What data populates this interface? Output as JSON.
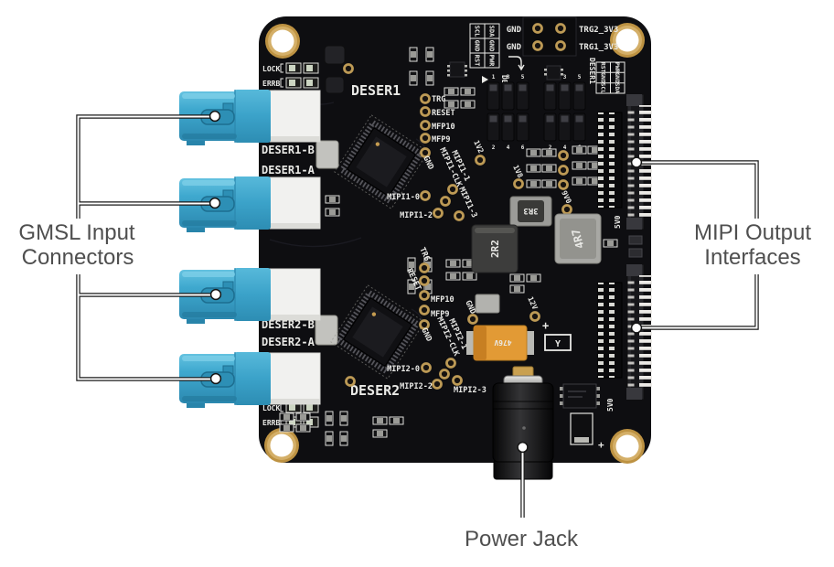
{
  "colors": {
    "background": "#ffffff",
    "board": "#0e0e11",
    "fakra_blue": "#3fa9cf",
    "gold": "#c59b4e",
    "silkscreen": "#e9e9e6",
    "annotation_text": "#4f4f4f",
    "callout_line": "#1a1a1a"
  },
  "annotations": {
    "gmsl": {
      "line1": "GMSL Input",
      "line2": "Connectors"
    },
    "mipi": {
      "line1": "MIPI Output",
      "line2": "Interfaces"
    },
    "power": {
      "label": "Power Jack"
    }
  },
  "board": {
    "titles": {
      "deser1": "DESER1",
      "deser2": "DESER2"
    },
    "edge_labels": {
      "deser1_b": "DESER1-B",
      "deser1_a": "DESER1-A",
      "deser2_b": "DESER2-B",
      "deser2_a": "DESER2-A"
    },
    "status": {
      "lock_top": "LOCK",
      "errb_top": "ERRB",
      "lock_bottom": "LOCK",
      "errb_bottom": "ERRB"
    },
    "trigger_header": {
      "gnd1": "GND",
      "gnd2": "GND",
      "trg2": "TRG2_3V3",
      "trg1": "TRG1_3V3"
    },
    "header1": {
      "label": "DESER2",
      "col1": [
        "SCL",
        "GND",
        "RST"
      ],
      "col2": [
        "SDA",
        "GND",
        "PWR"
      ]
    },
    "header2": {
      "label": "DESER1",
      "col1": [
        "RST",
        "GND",
        "SCL"
      ],
      "col2": [
        "PWR",
        "GND",
        "SDA"
      ]
    },
    "jumpers": {
      "top": [
        "1",
        "3",
        "5"
      ],
      "bottom": [
        "2",
        "4",
        "6"
      ]
    },
    "testpoints1": {
      "trg": "TRG",
      "reset": "RESET",
      "mfp10": "MFP10",
      "mfp9": "MFP9",
      "gnd": "GND"
    },
    "testpoints2": {
      "trg": "TRG",
      "reset": "RESET",
      "mfp10": "MFP10",
      "mfp9": "MFP9",
      "gnd": "GND",
      "gnd2": "GND"
    },
    "mipi1": {
      "p0": "MIPI1-0",
      "p1": "MIPI1-1",
      "p2": "MIPI1-2",
      "p3": "MIPI1-3",
      "clk": "MIPI1-CLK"
    },
    "mipi2": {
      "p0": "MIPI2-0",
      "p1": "MIPI2-1",
      "p2": "MIPI2-2",
      "p3": "MIPI2-3",
      "clk": "MIPI2-CLK"
    },
    "rails": {
      "v1v2": "1V2",
      "v1v8": "1V8",
      "v9v0": "9V0",
      "v12": "12V",
      "v5v0_a": "5V0",
      "v5v0_b": "5V0",
      "plus_a": "+",
      "plus_b": "+"
    },
    "inductors": {
      "l1": "3R3",
      "l2": "2R2",
      "l3": "4R7"
    },
    "cap": {
      "marking": "476V",
      "y_mark": "Y"
    }
  }
}
